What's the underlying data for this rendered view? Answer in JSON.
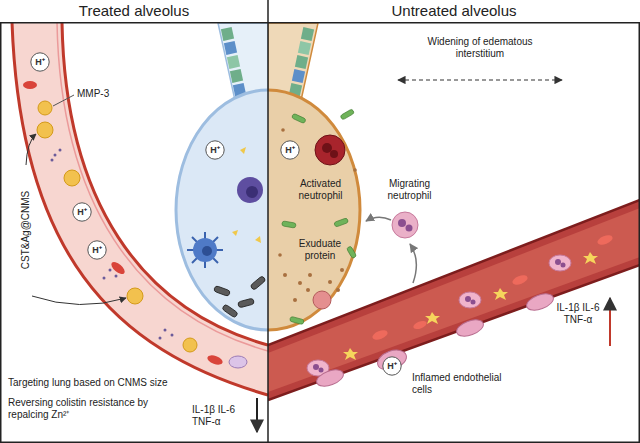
{
  "diagram": {
    "nodes": [
      {
        "text": [
          "Treated alveolus"
        ]
      },
      {
        "text": [
          "H⁺"
        ],
        "in": 0
      },
      {
        "text": [
          "H⁺"
        ],
        "in": 0
      },
      {
        "text": [
          "H⁺"
        ],
        "in": 0
      },
      {
        "text": [
          "H⁺"
        ],
        "in": 0
      },
      {
        "text": [
          "Untreated alveolus"
        ]
      },
      {
        "text": [
          "H⁺"
        ],
        "in": 5
      },
      {
        "text": [
          "H⁺"
        ],
        "in": 5
      }
    ],
    "labels": [
      "MMP-3",
      "CST&Ag@CNMS",
      "Targeting lung based on CNMS size",
      "Reversing colistin resistance by repalcing Zn²⁺",
      "IL-1β IL-6 TNF-α",
      "Widening of edematous interstitium",
      "Activated neutrophil",
      "Migrating neutrophil",
      "Exuduate protein",
      "IL-1β IL-6 TNF-α",
      "Inflamed endothelial cells"
    ]
  }
}
